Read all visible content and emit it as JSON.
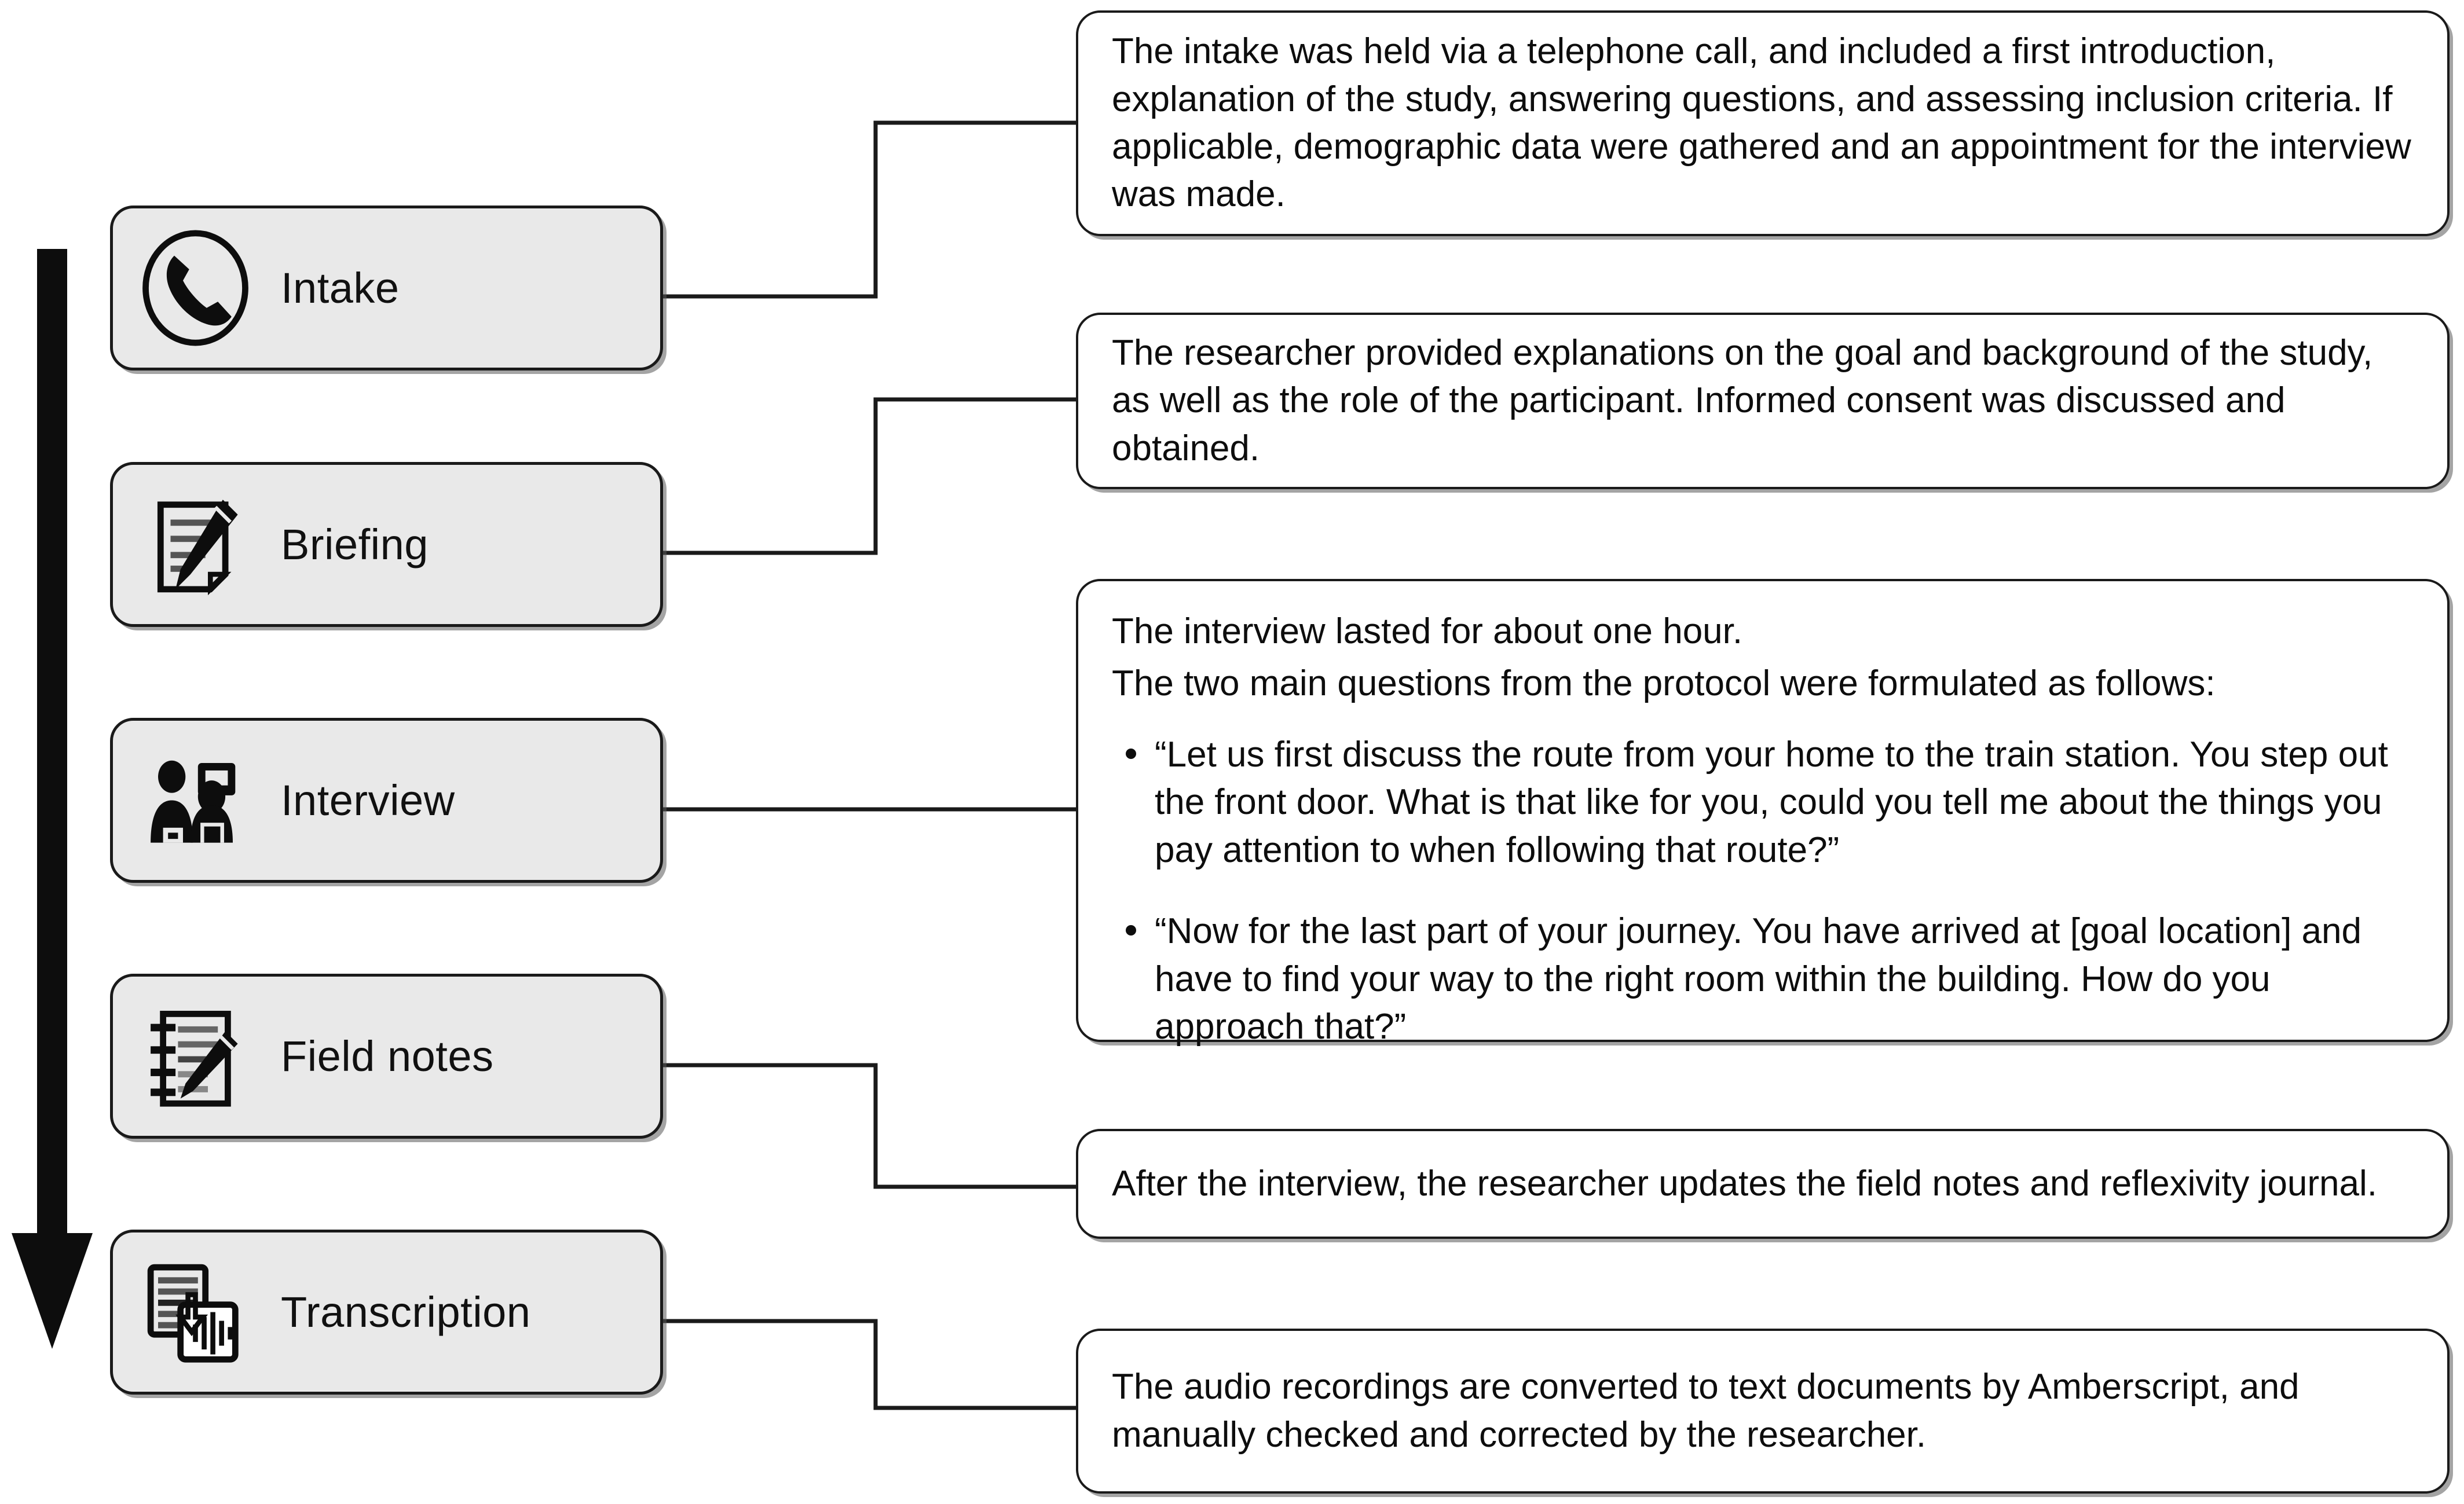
{
  "diagram": {
    "title": "Qualitative interview study procedure",
    "flow_arrow": {
      "name": "downward-process-arrow",
      "direction": "down"
    },
    "stages": [
      {
        "id": "intake",
        "label": "Intake",
        "icon": "phone-in-circle-icon"
      },
      {
        "id": "briefing",
        "label": "Briefing",
        "icon": "document-with-pen-icon"
      },
      {
        "id": "interview",
        "label": "Interview",
        "icon": "two-people-interview-icon"
      },
      {
        "id": "field-notes",
        "label": "Field notes",
        "icon": "notepad-with-pen-icon"
      },
      {
        "id": "transcription",
        "label": "Transcription",
        "icon": "documents-with-audio-waveform-icon"
      }
    ],
    "notes": [
      {
        "id": "intake-note",
        "paragraphs": [
          "The intake was held via a telephone call, and included a first introduction, explanation of the study, answering questions, and assessing inclusion criteria. If applicable, demographic data were gathered and an appointment for the interview was made."
        ],
        "bullets": []
      },
      {
        "id": "briefing-note",
        "paragraphs": [
          "The researcher provided explanations on the goal and background of the study, as well as the role of the participant. Informed consent was discussed and obtained."
        ],
        "bullets": []
      },
      {
        "id": "interview-note",
        "paragraphs": [
          "The interview lasted for about one hour.",
          "The two main questions from the protocol were formulated as follows:"
        ],
        "bullets": [
          "“Let us first discuss the route from your home to the train station. You step out the front door. What is that like for you, could you tell me about the things you pay attention to when following that route?”",
          "“Now for the last part of your journey. You have arrived at [goal location] and have to find your way to the right room within the building. How do you approach that?”"
        ]
      },
      {
        "id": "field-notes-note",
        "paragraphs": [
          "After the interview, the researcher updates the field notes and reflexivity journal."
        ],
        "bullets": []
      },
      {
        "id": "transcription-note",
        "paragraphs": [
          "The audio recordings are converted to text documents by Amberscript, and manually checked and corrected by the researcher."
        ],
        "bullets": []
      }
    ],
    "colors": {
      "stage_fill": "#e9e9e9",
      "note_fill": "#ffffff",
      "stroke": "#1a1a1a",
      "shadow": "#5a5a5a",
      "text": "#0d0d0d",
      "background": "#ffffff"
    }
  }
}
